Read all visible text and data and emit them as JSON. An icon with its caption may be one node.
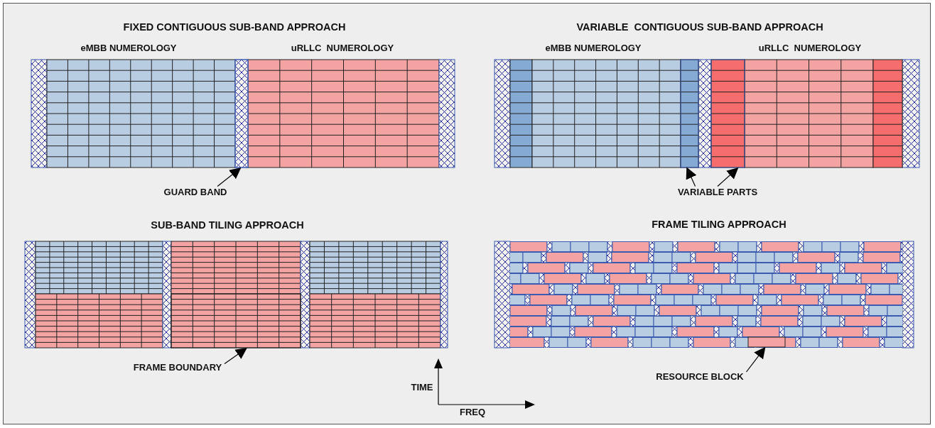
{
  "diagram": {
    "nodes": [
      {
        "text": [
          "GUARD BAND"
        ]
      },
      {
        "text": [],
        "shape": "bar"
      },
      {
        "text": [
          "VARIABLE PARTS"
        ]
      },
      {
        "text": [],
        "shape": "bar"
      },
      {
        "text": [],
        "shape": "bar"
      },
      {
        "text": [
          "FRAME BOUNDARY"
        ]
      },
      {
        "text": [],
        "shape": "box"
      },
      {
        "text": [
          "RESOURCE BLOCK"
        ]
      },
      {
        "text": [],
        "shape": "box"
      }
    ],
    "edges": [
      {
        "from": 0,
        "to": 1,
        "arrow": "to"
      },
      {
        "from": 2,
        "to": 3,
        "arrow": "to"
      },
      {
        "from": 2,
        "to": 4,
        "arrow": "to"
      },
      {
        "from": 5,
        "to": 6,
        "arrow": "to"
      },
      {
        "from": 7,
        "to": 8,
        "arrow": "to"
      }
    ],
    "labels": [
      "FIXED CONTIGUOUS SUB-BAND APPROACH",
      "eMBB NUMEROLOGY",
      "uRLLC  NUMEROLOGY",
      "VARIABLE  CONTIGUOUS SUB-BAND APPROACH",
      "eMBB NUMEROLOGY",
      "uRLLC  NUMEROLOGY",
      "SUB-BAND TILING APPROACH",
      "FRAME TILING APPROACH",
      "TIME",
      "FREQ"
    ]
  }
}
